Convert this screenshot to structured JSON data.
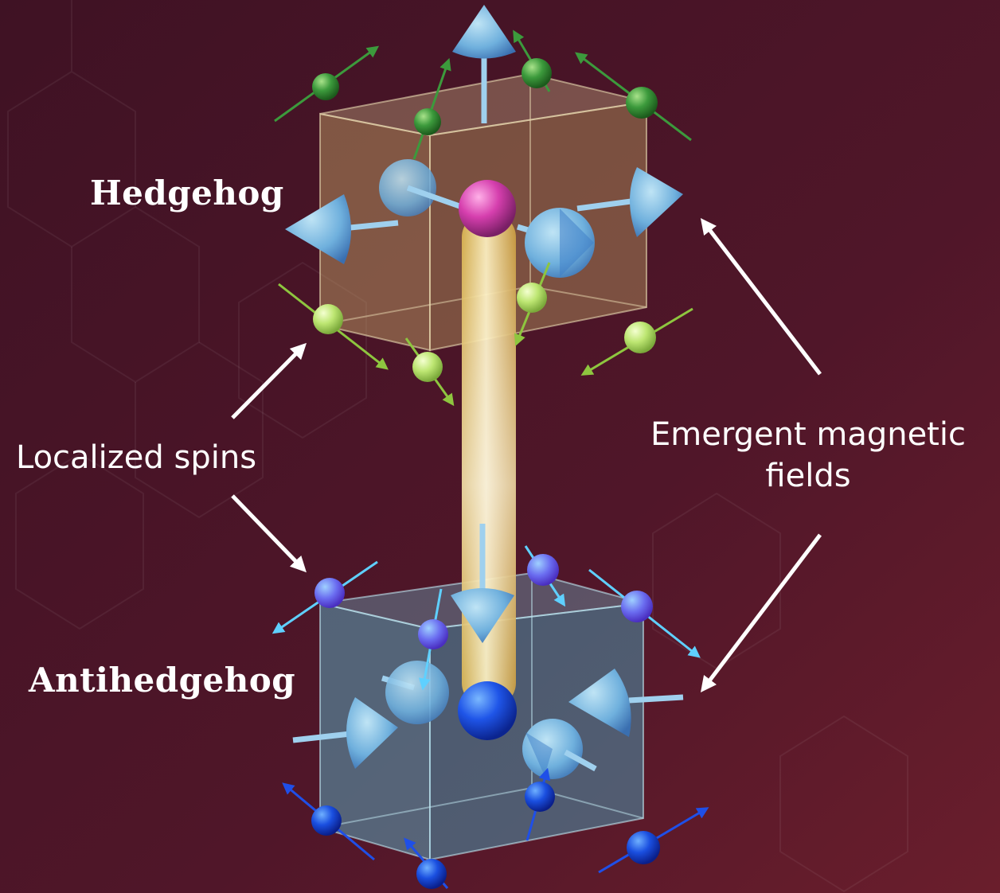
{
  "labels": {
    "hedgehog": "Hedgehog",
    "antihedgehog": "Antihedgehog",
    "localized_spins": "Localized spins",
    "emergent_fields": "Emergent magnetic fields"
  },
  "colors": {
    "background_dark": "#3f1224",
    "background_mid": "#5a1a2e",
    "background_light": "#6a1e2c",
    "hedgehog_cube": "#b59a66",
    "antihedgehog_cube": "#4fa3b8",
    "hedgehog_spin": "#3a9a3a",
    "hedgehog_spin_lower": "#b7e36a",
    "antihedgehog_spin": "#5b6cf0",
    "antihedgehog_spin_lower": "#1b3fe0",
    "monopole_positive": "#e04bb8",
    "monopole_negative": "#1d4fe6",
    "flux_tube": "#f5d98a",
    "field_cone": "#6fb0e0",
    "annotation_arrow": "#ffffff"
  },
  "icons": {
    "spin": "sphere-arrow-icon",
    "field": "cone-arrow-icon",
    "monopole": "sphere-icon"
  }
}
